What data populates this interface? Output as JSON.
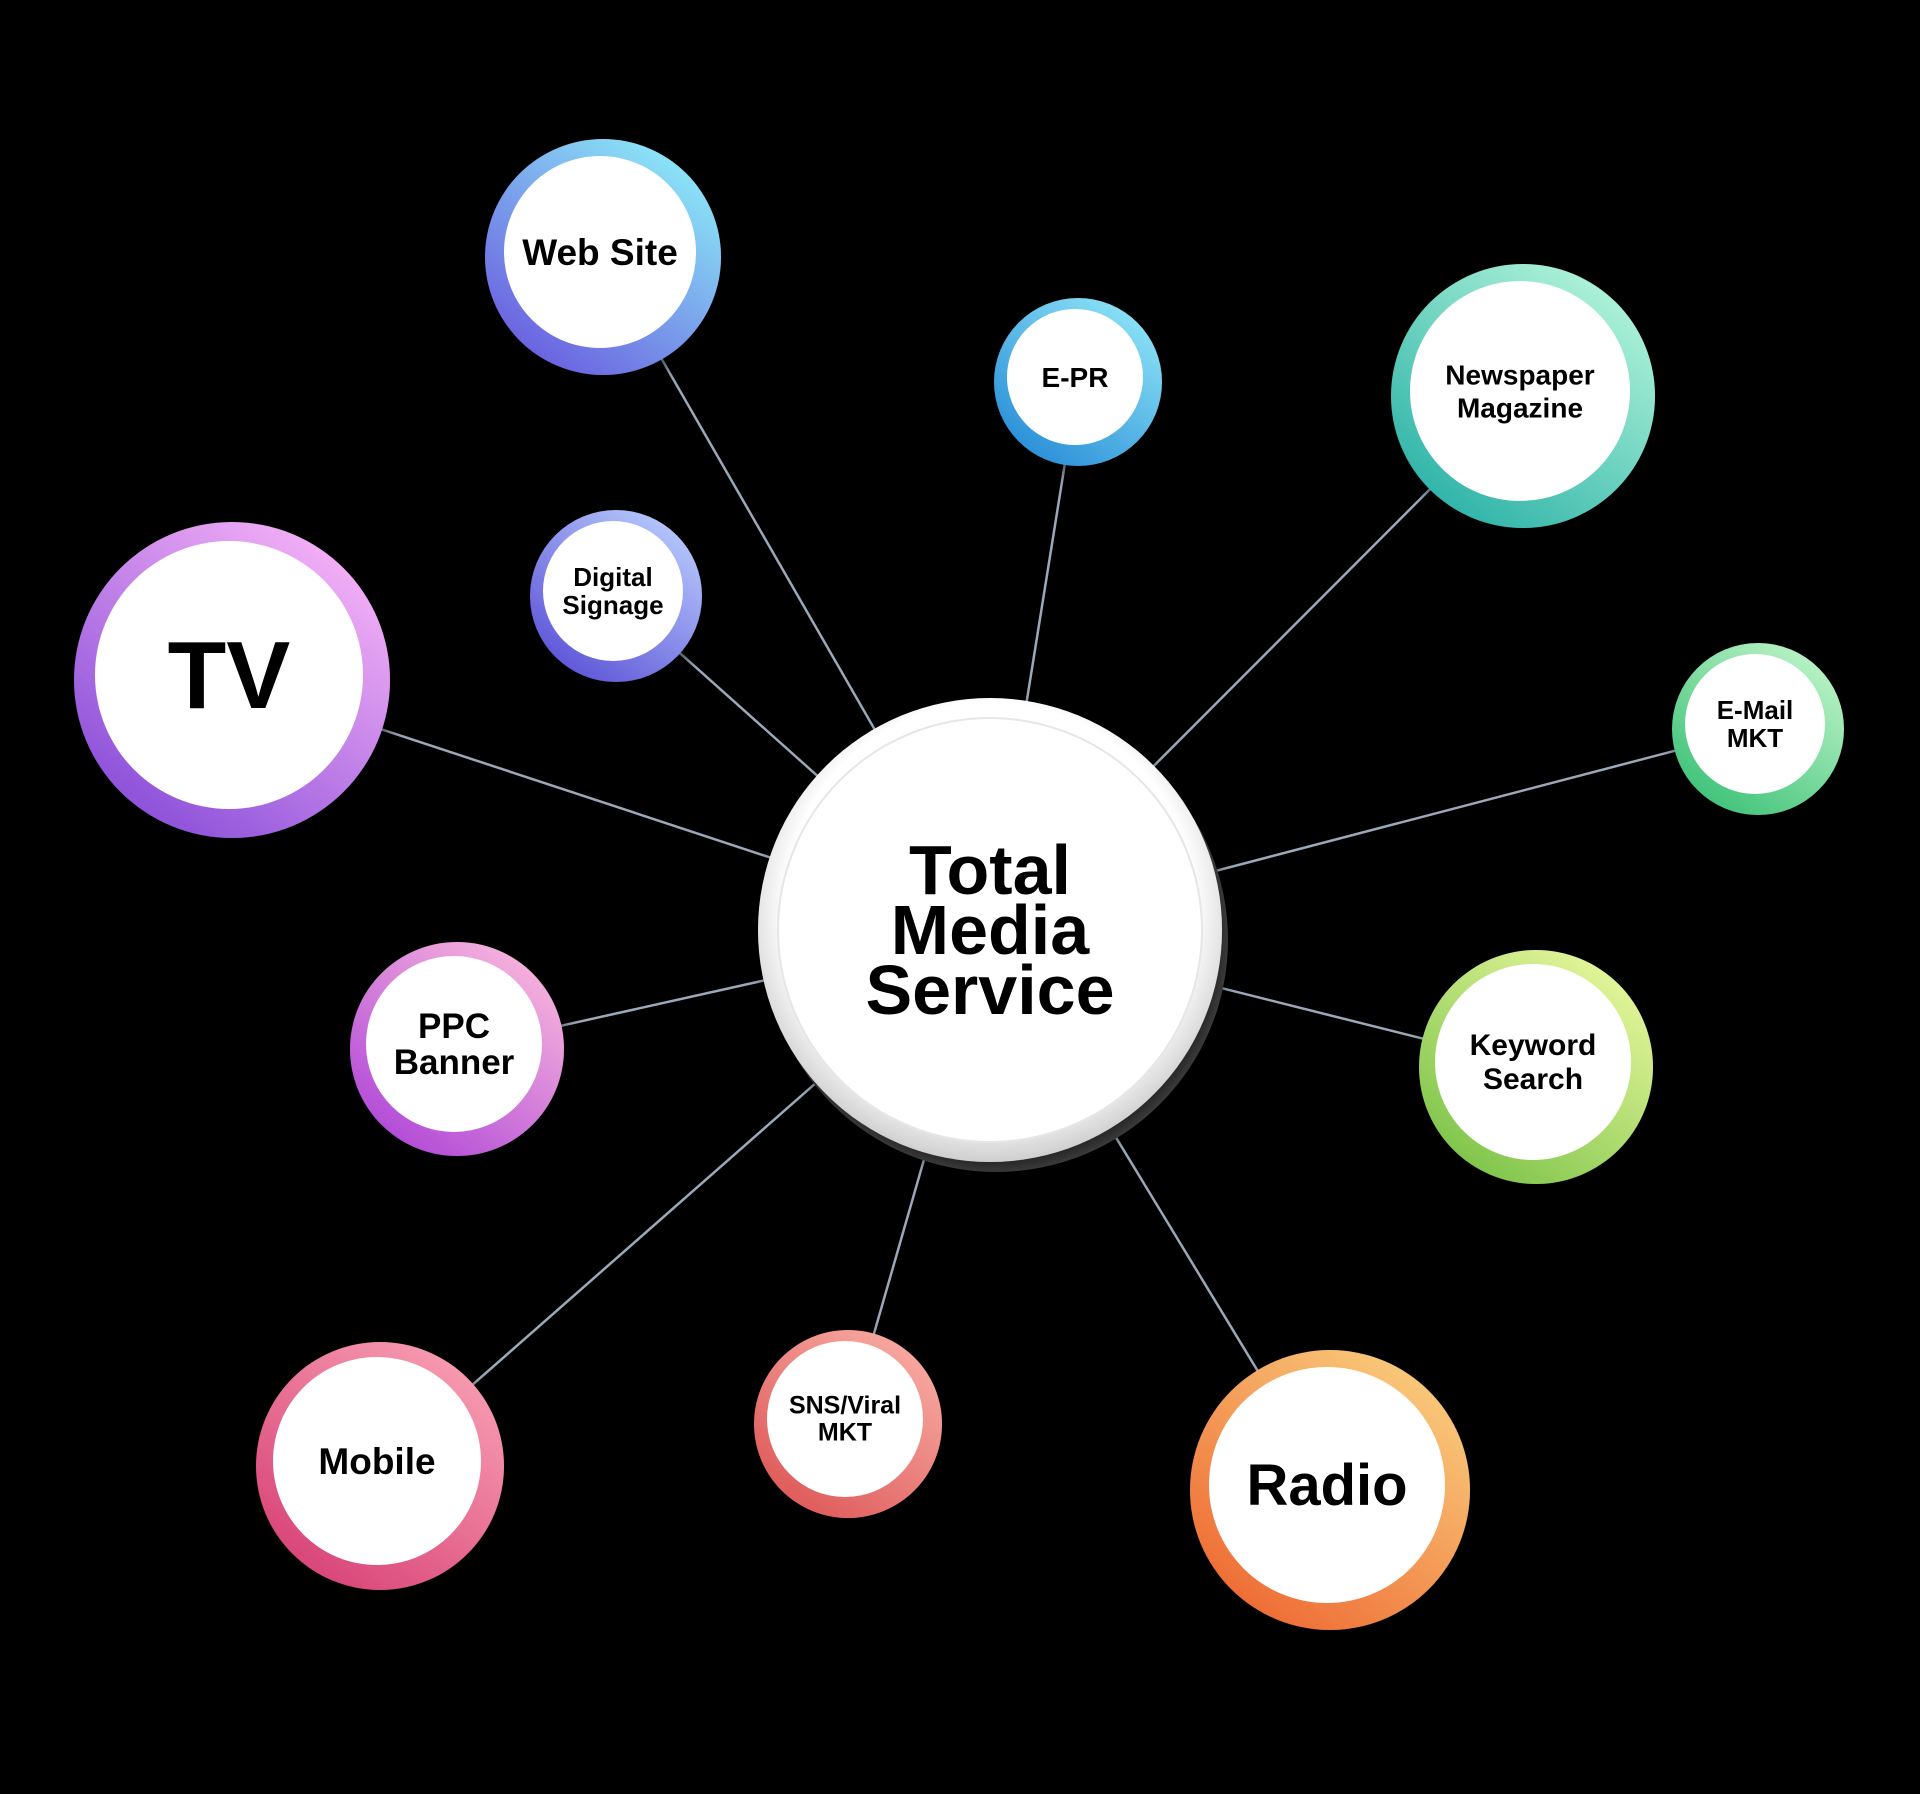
{
  "center": {
    "lines": [
      "Total",
      "Media",
      "Service"
    ]
  },
  "nodes": [
    {
      "id": "web-site",
      "lines": [
        "Web Site"
      ],
      "colors": [
        "#8be6f7",
        "#6a5fe0"
      ]
    },
    {
      "id": "e-pr",
      "lines": [
        "E-PR"
      ],
      "colors": [
        "#8ae0f5",
        "#2a8fd8"
      ]
    },
    {
      "id": "newspaper-magazine",
      "lines": [
        "Newspaper",
        "Magazine"
      ],
      "colors": [
        "#aef2d8",
        "#2db3a8"
      ]
    },
    {
      "id": "digital-signage",
      "lines": [
        "Digital",
        "Signage"
      ],
      "colors": [
        "#b4c6fb",
        "#5e55d8"
      ]
    },
    {
      "id": "tv",
      "lines": [
        "TV"
      ],
      "colors": [
        "#f4b0f6",
        "#8a4fd9"
      ]
    },
    {
      "id": "e-mail-mkt",
      "lines": [
        "E-Mail",
        "MKT"
      ],
      "colors": [
        "#b8f2c4",
        "#3fc27a"
      ]
    },
    {
      "id": "ppc-banner",
      "lines": [
        "PPC",
        "Banner"
      ],
      "colors": [
        "#f6b2dc",
        "#b14ad8"
      ]
    },
    {
      "id": "keyword-search",
      "lines": [
        "Keyword",
        "Search"
      ],
      "colors": [
        "#e3f59a",
        "#7ec44a"
      ]
    },
    {
      "id": "mobile",
      "lines": [
        "Mobile"
      ],
      "colors": [
        "#f79bb0",
        "#d84478"
      ]
    },
    {
      "id": "sns-viral-mkt",
      "lines": [
        "SNS/Viral",
        "MKT"
      ],
      "colors": [
        "#f7a8a0",
        "#de5a5a"
      ]
    },
    {
      "id": "radio",
      "lines": [
        "Radio"
      ],
      "colors": [
        "#f9c97a",
        "#ee6b34"
      ]
    }
  ]
}
